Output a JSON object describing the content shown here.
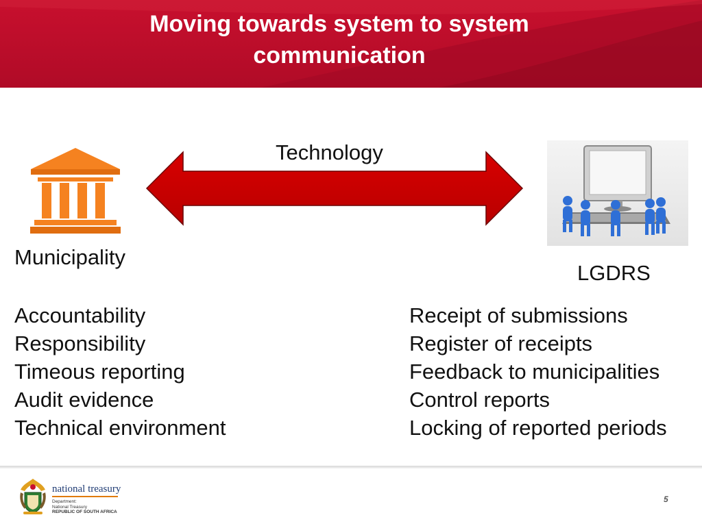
{
  "slide": {
    "title_line1": "Moving towards system to system",
    "title_line2": "communication",
    "arrow_label": "Technology",
    "left_entity": "Municipality",
    "right_entity": "LGDRS",
    "left_items": [
      "Accountability",
      "Responsibility",
      "Timeous reporting",
      "Audit evidence",
      "Technical environment"
    ],
    "right_items": [
      "Receipt of submissions",
      "Register of receipts",
      "Feedback to municipalities",
      "Control reports",
      "Locking of reported periods"
    ],
    "page_number": "5"
  },
  "footer": {
    "logo_name": "national treasury",
    "logo_line1": "Department:",
    "logo_line2": "National Treasury",
    "logo_line3": "REPUBLIC OF SOUTH AFRICA"
  },
  "icons": {
    "left": "municipal-building-icon",
    "right": "people-around-computer-icon",
    "arrow": "double-headed-arrow",
    "logo": "coat-of-arms-icon"
  },
  "colors": {
    "header": "#c8102e",
    "arrow": "#cc0000",
    "building": "#f58220",
    "people": "#2f6fd6"
  }
}
